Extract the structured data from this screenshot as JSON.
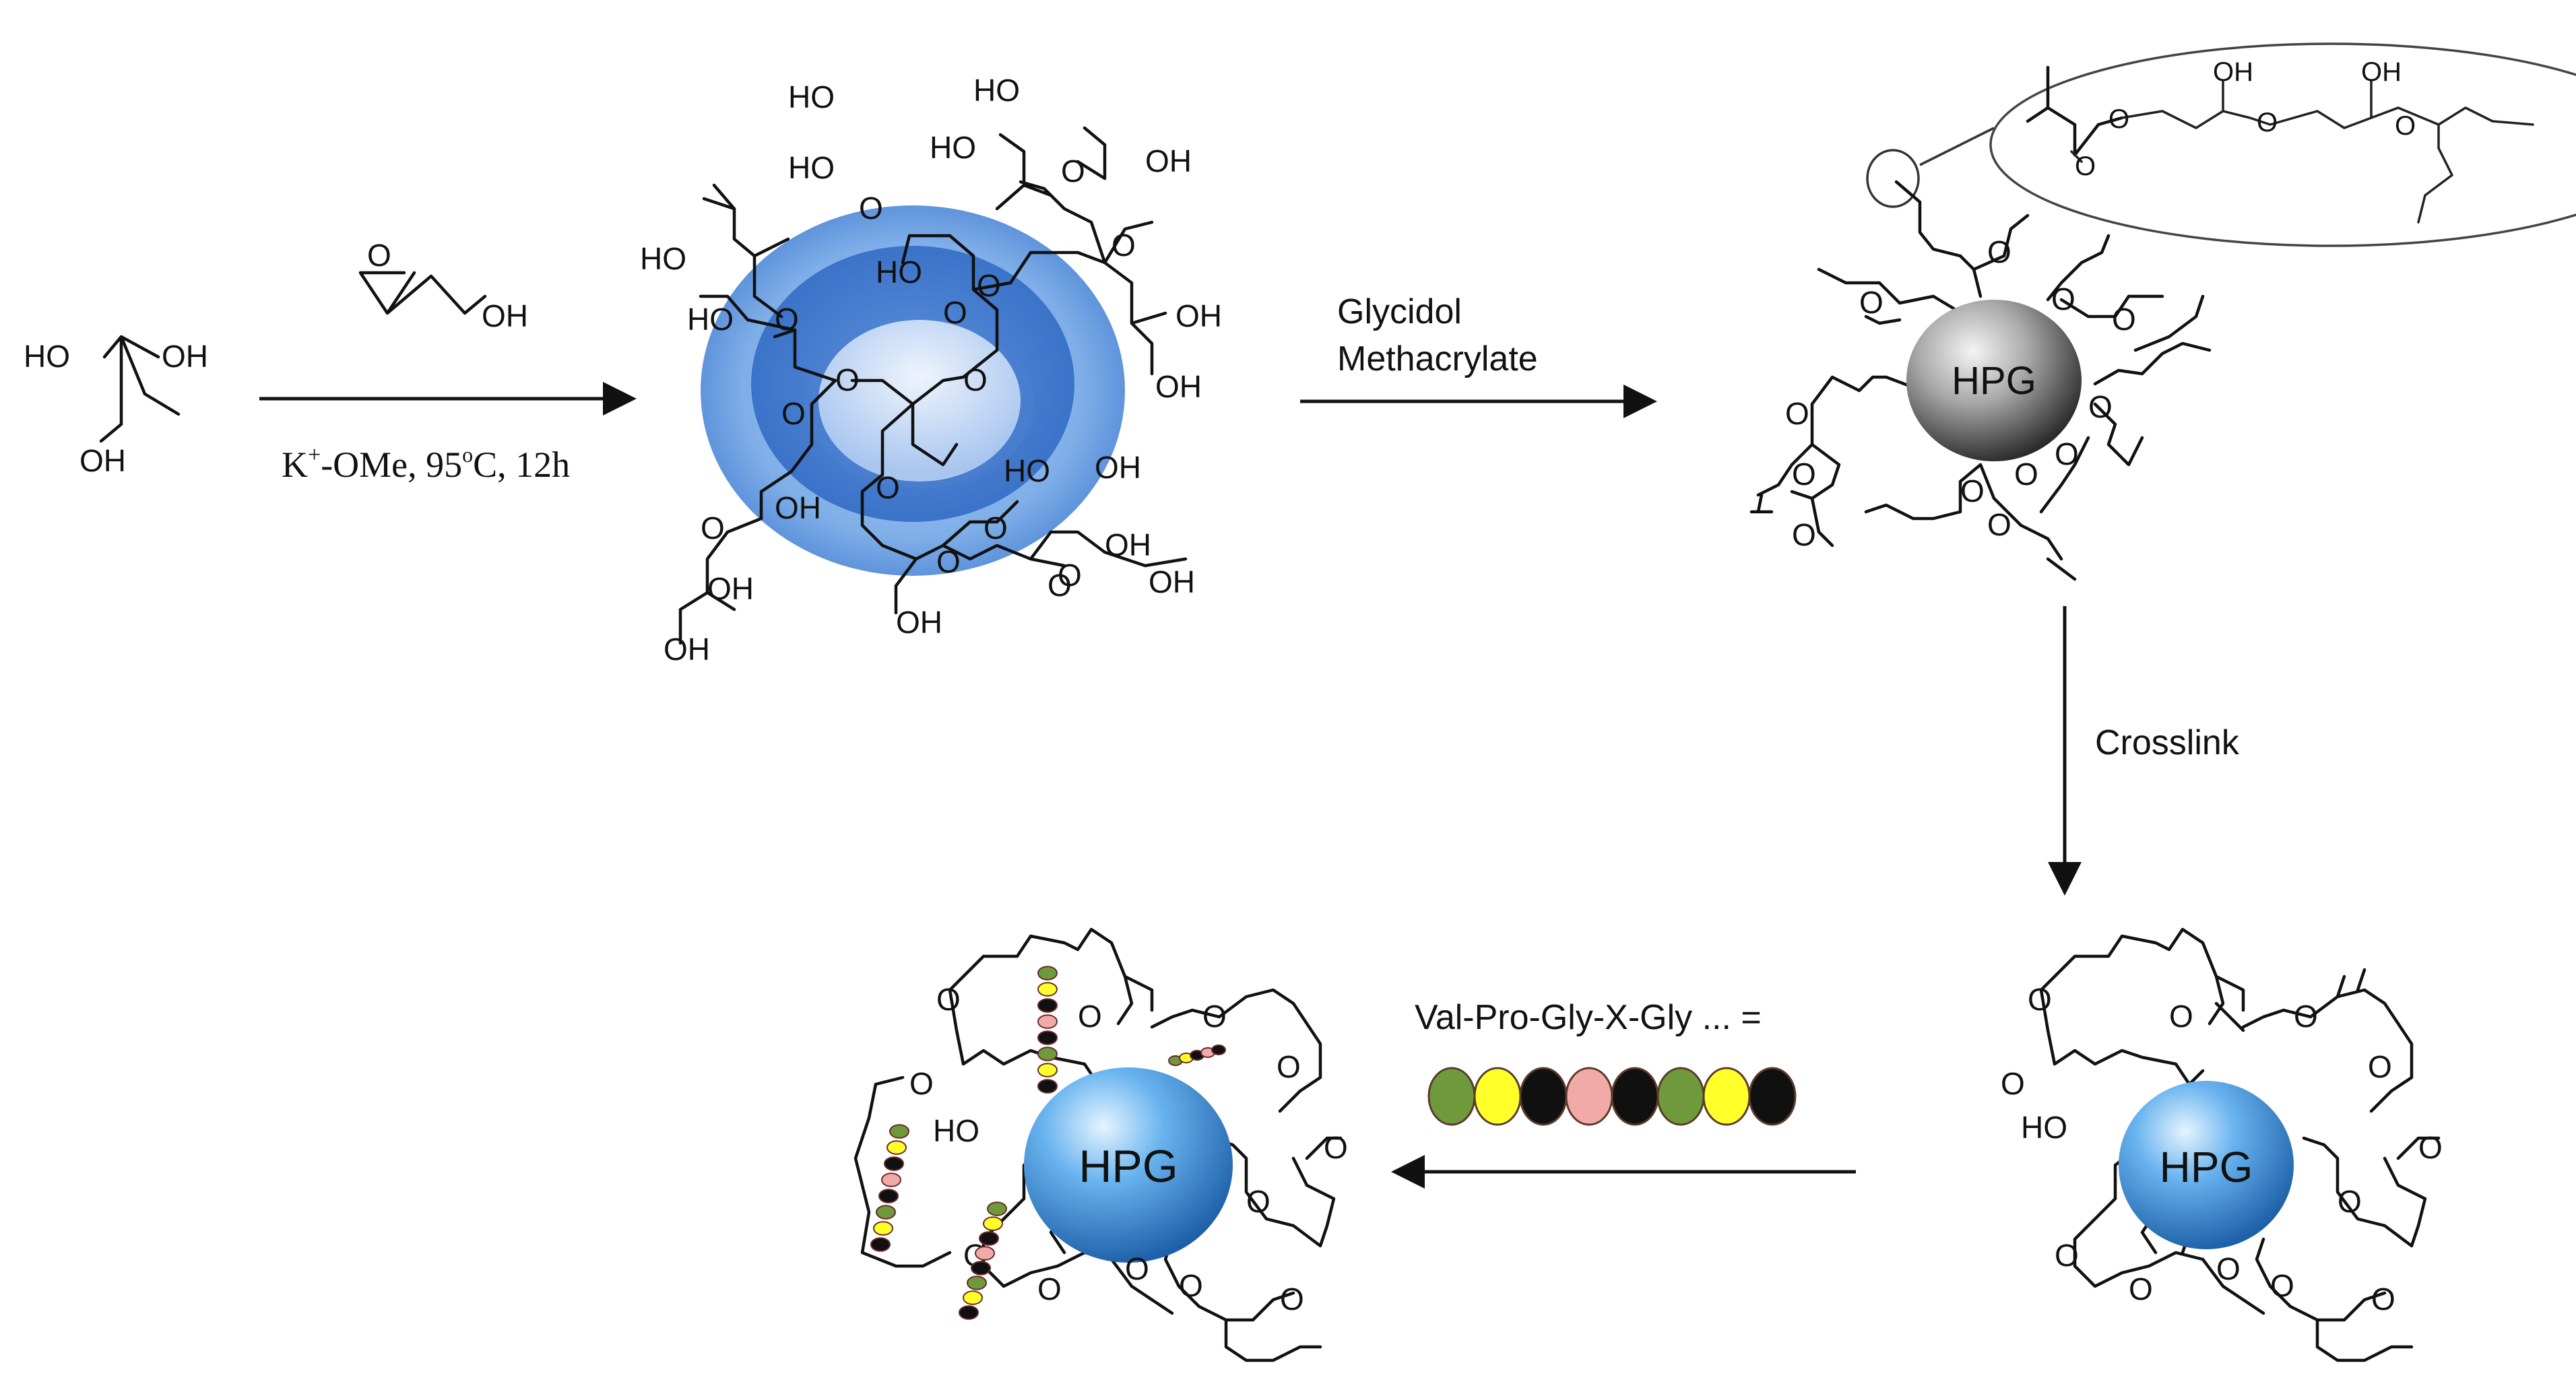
{
  "diagram": {
    "start_molecule": {
      "ho1": "HO",
      "oh1": "OH",
      "oh2": "OH"
    },
    "reagent": {
      "o": "O",
      "oh": "OH"
    },
    "step1_condition": {
      "k": "K",
      "sup": "+",
      "ome": "-OMe, 95",
      "deg": "o",
      "rest": "C, 12h"
    },
    "step2_label_line1": "Glycidol",
    "step2_label_line2": "Methacrylate",
    "step3_label": "Crosslink",
    "step4_label": "Val-Pro-Gly-X-Gly ... =",
    "core_label_top": "HPG",
    "core_label_crosslinked": "HPG",
    "core_label_final": "HPG",
    "atoms": {
      "oh": "OH",
      "ho": "HO",
      "o": "O"
    },
    "bead_colors": [
      "#6e9a3c",
      "#ffff2a",
      "#101010",
      "#f2aaa8",
      "#101010",
      "#6e9a3c",
      "#ffff2a",
      "#101010"
    ]
  }
}
